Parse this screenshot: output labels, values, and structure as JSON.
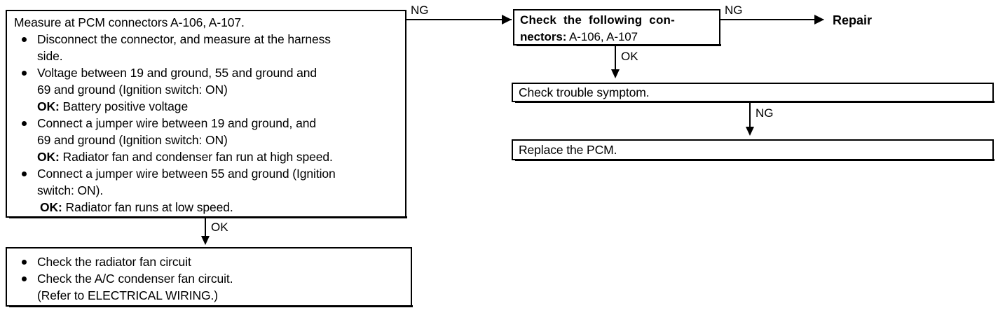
{
  "diagram": {
    "title": "PCM connector measurement troubleshooting flowchart",
    "ink_color": "#000000",
    "background_color": "#ffffff",
    "nodes": {
      "measure_box": {
        "heading": "Measure at PCM connectors A-106, A-107.",
        "items": [
          {
            "bullet": true,
            "text": "Disconnect the connector, and measure at the harness"
          },
          {
            "bullet": false,
            "text": "side."
          },
          {
            "bullet": true,
            "text": "Voltage between 19 and ground, 55 and ground and"
          },
          {
            "bullet": false,
            "text": "69 and ground (Ignition switch: ON)"
          },
          {
            "bullet": false,
            "ok": "OK:",
            "text": "Battery positive voltage"
          },
          {
            "bullet": true,
            "text": "Connect a jumper wire between 19 and ground, and"
          },
          {
            "bullet": false,
            "text": "69 and ground (Ignition switch: ON)"
          },
          {
            "bullet": false,
            "ok": "OK:",
            "text": "Radiator fan and condenser fan run at high speed."
          },
          {
            "bullet": true,
            "text": "Connect a jumper wire between 55 and ground (Ignition"
          },
          {
            "bullet": false,
            "text": "switch: ON)."
          },
          {
            "bullet": false,
            "ok": "OK:",
            "text": "Radiator fan runs at low speed."
          }
        ]
      },
      "fan_circuit_box": {
        "items": [
          {
            "bullet": true,
            "text": "Check the radiator fan circuit"
          },
          {
            "bullet": true,
            "text": "Check the A/C condenser fan circuit."
          },
          {
            "bullet": false,
            "text": "(Refer to ELECTRICAL WIRING.)"
          }
        ]
      },
      "check_connectors_box": {
        "line1_bold": "Check the following con-",
        "line2_bold": "nectors:",
        "line2_plain": "A-106, A-107"
      },
      "check_symptom_box": {
        "text": "Check trouble symptom."
      },
      "replace_pcm_box": {
        "text": "Replace the PCM."
      },
      "repair_terminal": {
        "text": "Repair"
      }
    },
    "edges": [
      {
        "id": "measure-to-connectors",
        "label": "NG",
        "direction": "right"
      },
      {
        "id": "measure-to-fan-circuit",
        "label": "OK",
        "direction": "down"
      },
      {
        "id": "connectors-to-repair",
        "label": "NG",
        "direction": "right"
      },
      {
        "id": "connectors-to-symptom",
        "label": "OK",
        "direction": "down"
      },
      {
        "id": "symptom-to-replace",
        "label": "NG",
        "direction": "down"
      }
    ]
  }
}
